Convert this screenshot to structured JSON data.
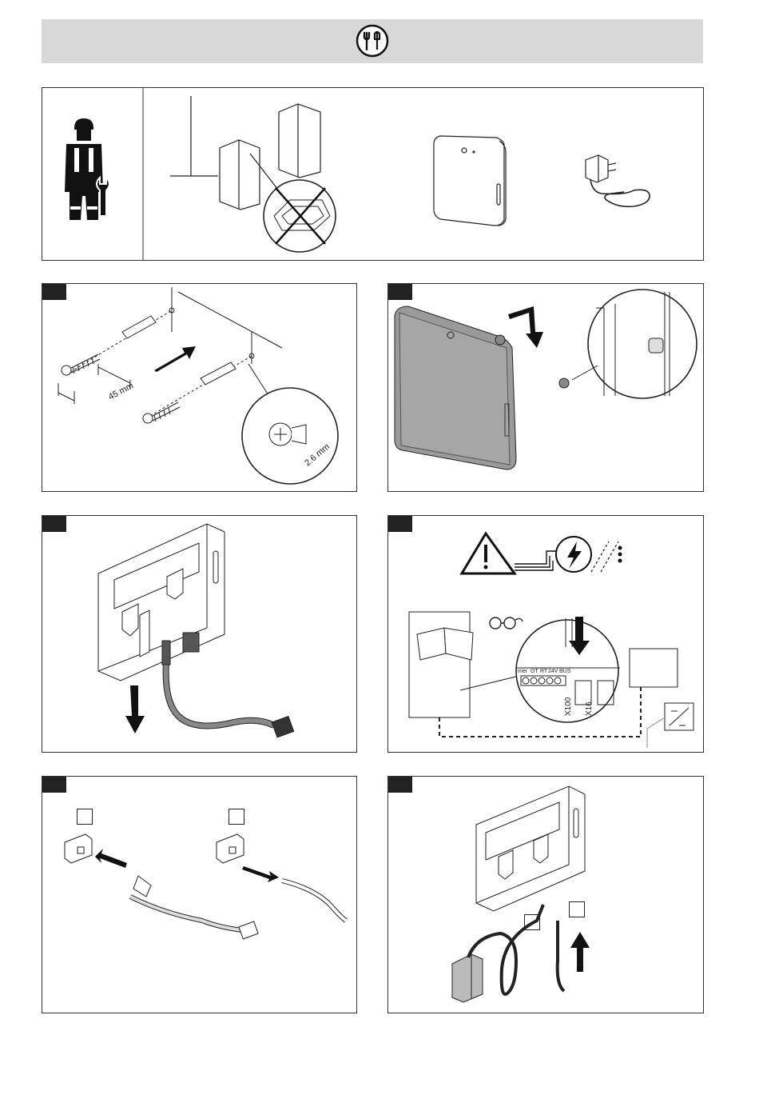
{
  "header": {
    "icon": "tools-icon"
  },
  "intro": {
    "icons": [
      "installer-icon",
      "no-moisture-icon",
      "device-icon",
      "power-adapter-icon"
    ]
  },
  "step1": {
    "step_label": "",
    "dim_spacing": "45 mm",
    "dim_screw": "2.6 mm"
  },
  "step2": {
    "step_label": ""
  },
  "step3": {
    "step_label": ""
  },
  "step4": {
    "step_label": "",
    "terminals": {
      "t1": "mer",
      "t2": "OT",
      "t3": "RT",
      "t4": "24V",
      "t5": "BUS"
    },
    "x100": "X100",
    "x16": "X16"
  },
  "step5": {
    "step_label": "",
    "option_a": "",
    "option_b": ""
  },
  "step6": {
    "step_label": "",
    "option_a": "",
    "option_b": ""
  },
  "colors": {
    "header_bg": "#d8d8d8",
    "line": "#222222",
    "device_gray": "#9a9a9a"
  }
}
